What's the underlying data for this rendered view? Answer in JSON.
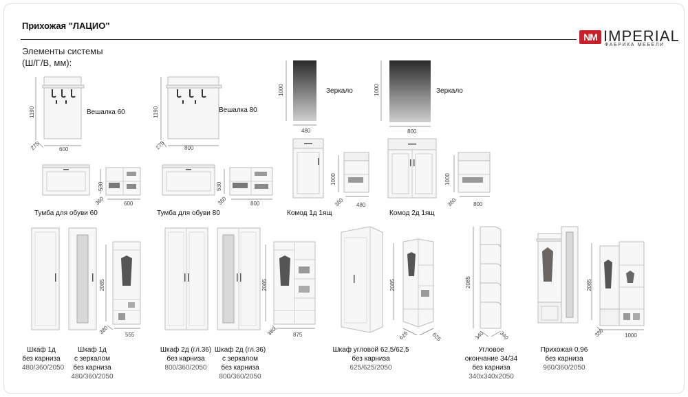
{
  "header": {
    "title": "Прихожая \"ЛАЦИО\"",
    "subtitle_line1": "Элементы системы",
    "subtitle_line2": "(Ш/Г/В, мм):"
  },
  "brand": {
    "logo_mark": "NM",
    "name": "IMPERIAL",
    "tagline": "ФАБРИКА МЕБЕЛИ",
    "accent_color": "#c8202b"
  },
  "items": {
    "hanger60": {
      "label": "Вешалка 60",
      "h": "1190",
      "d": "275",
      "w": "600"
    },
    "hanger80": {
      "label": "Вешалка 80",
      "h": "1190",
      "d": "275",
      "w": "800"
    },
    "mirror480": {
      "label": "Зеркало",
      "h": "1000",
      "w": "480"
    },
    "mirror800": {
      "label": "Зеркало",
      "h": "1000",
      "w": "800"
    },
    "shoe60": {
      "caption": "Тумба для обуви 60",
      "h": "530",
      "d": "360",
      "w": "600"
    },
    "shoe80": {
      "caption": "Тумба для обуви 80",
      "h": "530",
      "d": "360",
      "w": "800"
    },
    "dresser1": {
      "caption": "Комод 1д 1ящ",
      "h": "1000",
      "d": "360",
      "w": "480"
    },
    "dresser2": {
      "caption": "Комод 2д 1ящ",
      "h": "1000",
      "d": "360",
      "w": "800"
    },
    "wardrobe1": {
      "line1": "Шкаф 1д",
      "line2": "без карниза",
      "dims": "480/360/2050"
    },
    "wardrobe1m": {
      "line1": "Шкаф 1д",
      "line2": "с зеркалом",
      "line3": "без карниза",
      "dims": "480/360/2050",
      "h": "2085",
      "d": "380",
      "w": "555"
    },
    "wardrobe2": {
      "line1": "Шкаф 2д (гл.36)",
      "line2": "без карниза",
      "dims": "800/360/2050"
    },
    "wardrobe2m": {
      "line1": "Шкаф 2д (гл.36)",
      "line2": "с зеркалом",
      "line3": "без карниза",
      "dims": "800/360/2050",
      "h": "2085",
      "d": "380",
      "w": "875"
    },
    "corner": {
      "line1": "Шкаф угловой 62,5/62,5",
      "line2": "без карниза",
      "dims": "625/625/2050",
      "h": "2085",
      "d1": "625",
      "d2": "625"
    },
    "cornerend": {
      "line1": "Угловое",
      "line2": "окончание 34/34",
      "line3": "без карниза",
      "dims": "340x340x2050",
      "h": "2085",
      "d1": "340",
      "d2": "340"
    },
    "hallway": {
      "line1": "Прихожая 0,96",
      "line2": "без карниза",
      "dims": "960/360/2050",
      "h": "2085",
      "d": "380",
      "w": "1000"
    }
  }
}
